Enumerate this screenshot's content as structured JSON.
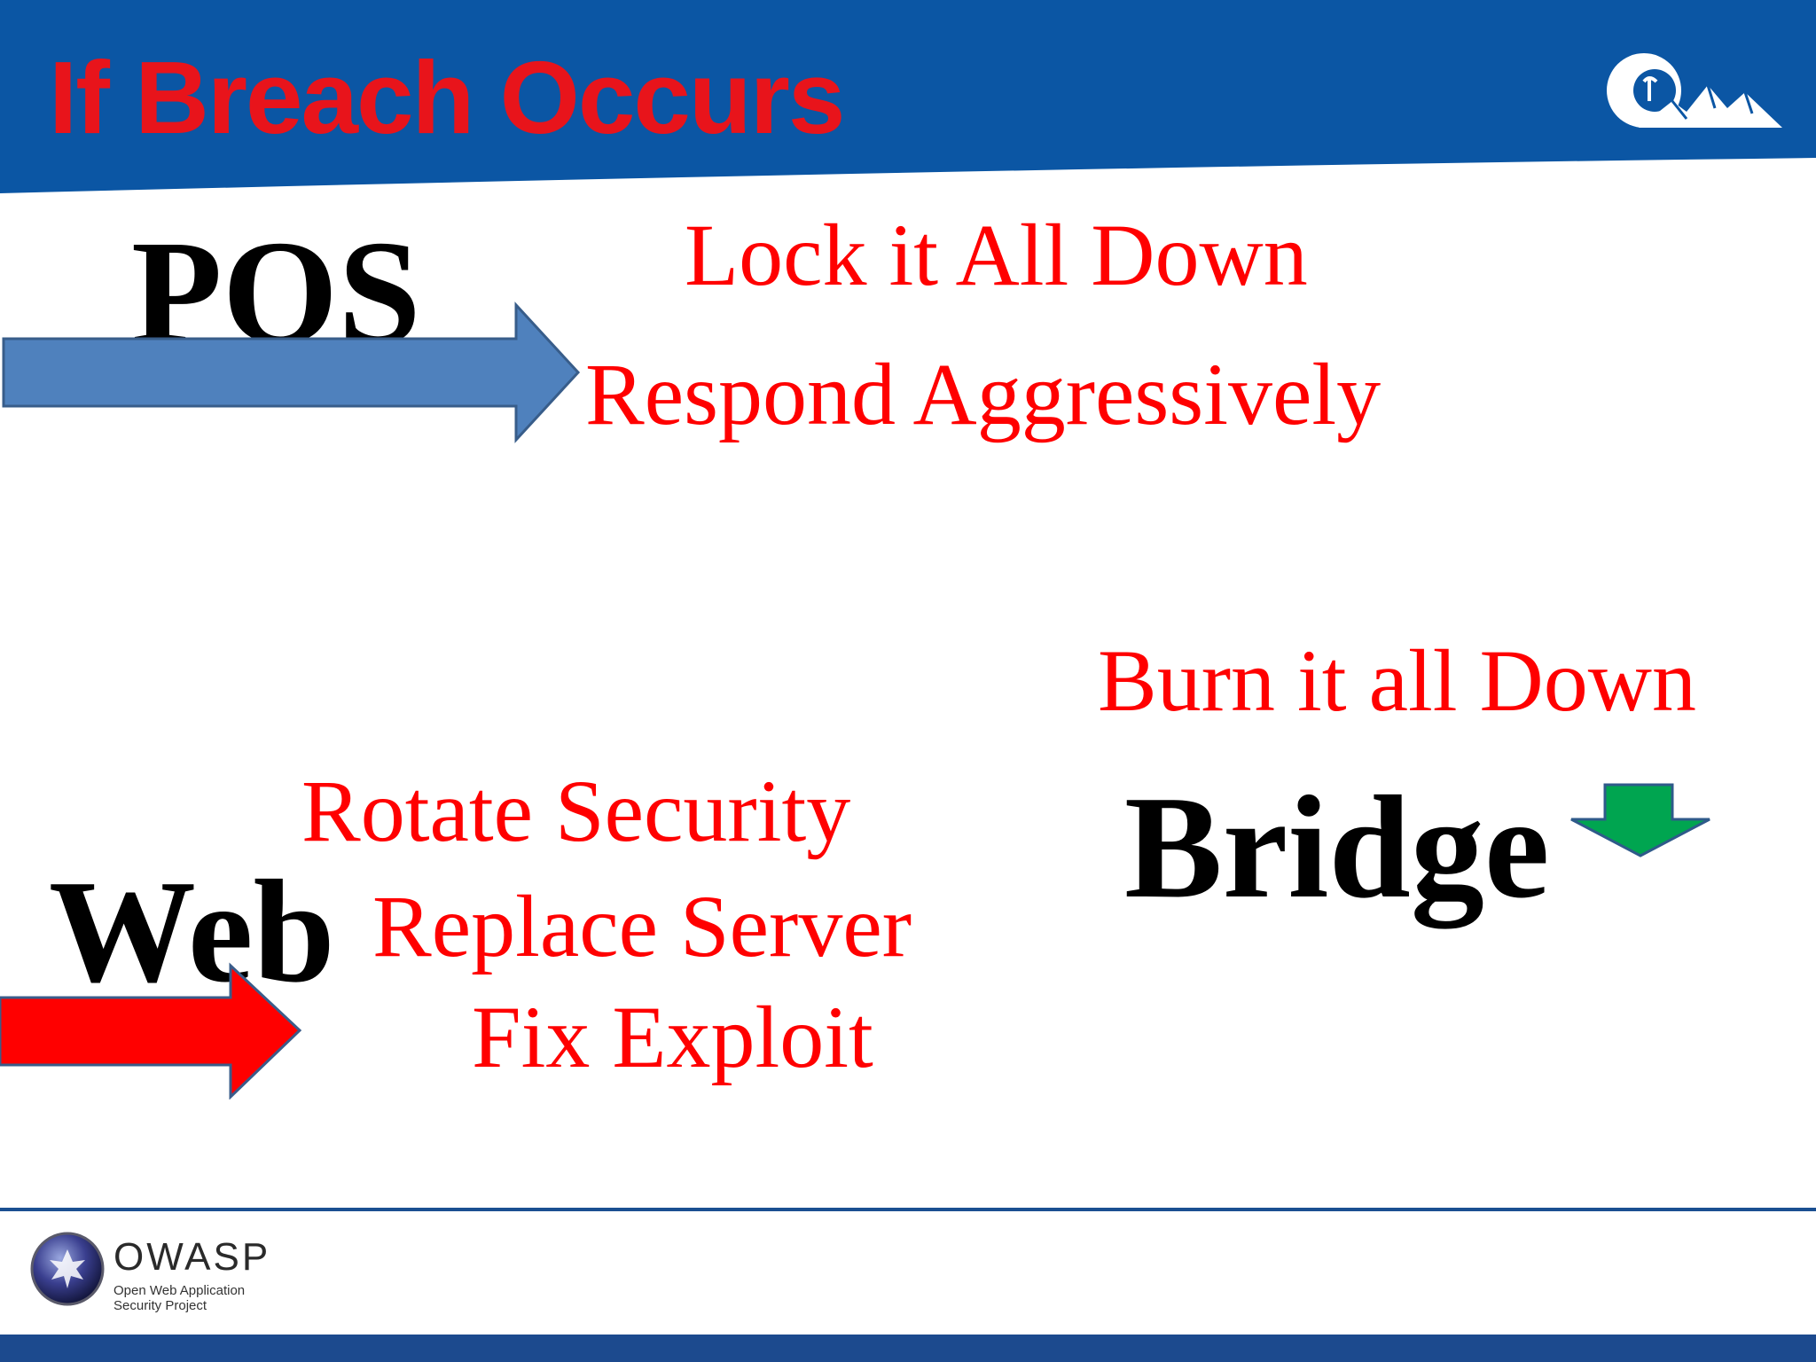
{
  "slide": {
    "title": "If Breach Occurs"
  },
  "pos": {
    "label": "POS",
    "actions": [
      "Lock it All Down",
      "Respond Aggressively"
    ]
  },
  "web": {
    "label": "Web",
    "actions": [
      "Rotate Security",
      "Replace Server",
      "Fix Exploit"
    ]
  },
  "bridge": {
    "label": "Bridge",
    "action": "Burn it all Down"
  },
  "footer": {
    "owasp_name": "OWASP",
    "owasp_tagline_line1": "Open Web Application",
    "owasp_tagline_line2": "Security Project"
  },
  "colors": {
    "header_blue": "#0b56a4",
    "title_red": "#e8141b",
    "text_red": "#ff0000",
    "pos_arrow": "#4f81bd",
    "web_arrow": "#ff0000",
    "bridge_arrow": "#00a550"
  },
  "icons": {
    "header_logo": "mountain-logo-icon",
    "pos_arrow": "right-arrow-icon",
    "web_arrow": "right-arrow-icon",
    "bridge_arrow": "down-arrow-icon",
    "footer_logo": "owasp-globe-icon"
  }
}
